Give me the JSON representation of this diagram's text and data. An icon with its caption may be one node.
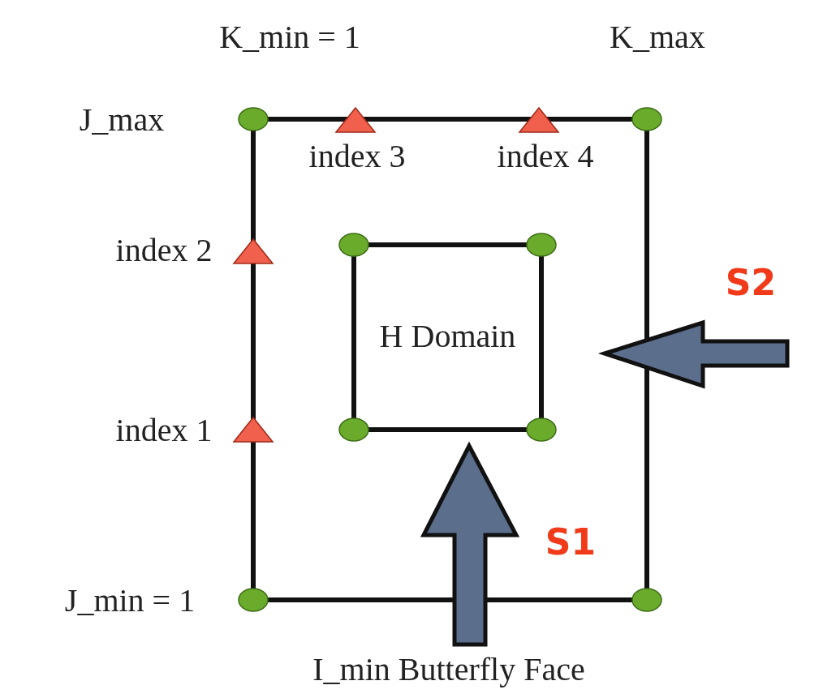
{
  "diagram": {
    "nodes": [
      {
        "text": [],
        "shape": "box"
      },
      {
        "text": [
          "H Domain"
        ],
        "in": 0
      }
    ],
    "labels": [
      "K_min = 1",
      "K_max",
      "J_max",
      "index 3",
      "index 4",
      "index 2",
      "S2",
      "index 1",
      "S1",
      "J_min = 1",
      "I_min Butterfly Face"
    ]
  }
}
